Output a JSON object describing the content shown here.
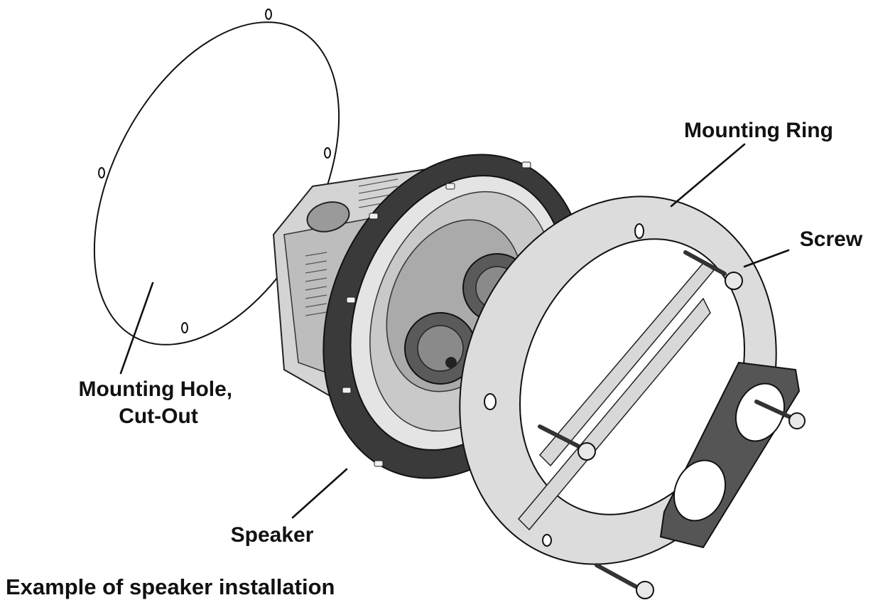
{
  "labels": {
    "mounting_hole": [
      "Mounting Hole,",
      "Cut-Out"
    ],
    "speaker": "Speaker",
    "mounting_ring": "Mounting Ring",
    "screw": "Screw"
  },
  "caption": "Example of speaker installation",
  "colors": {
    "ink": "#111111",
    "speaker_body": "#cfcfcf",
    "speaker_frame": "#3a3a3a",
    "ring": "#dcdcdc",
    "bracket": "#555555"
  }
}
